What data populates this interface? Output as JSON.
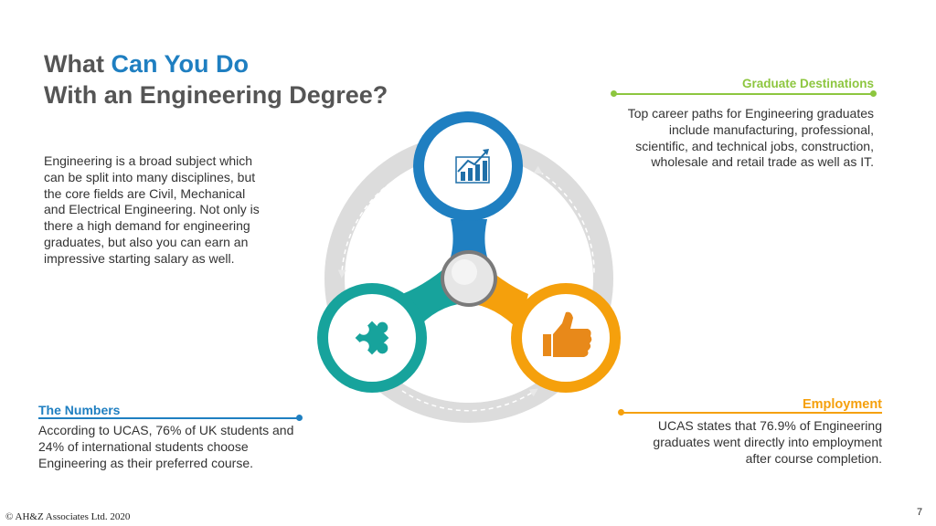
{
  "title": {
    "line1_prefix": "What ",
    "line1_accent": "Can You Do",
    "line2": "With an Engineering Degree?"
  },
  "intro": "Engineering is a broad subject which can be split into many disciplines, but the core fields are Civil, Mechanical and Electrical Engineering. Not only is there a high demand for engineering graduates, but also you can earn an impressive starting salary as well.",
  "graduate_destinations": {
    "heading": "Graduate Destinations",
    "body": "Top career paths for Engineering graduates include manufacturing, professional, scientific, and technical jobs, construction, wholesale and retail trade as well as IT."
  },
  "the_numbers": {
    "heading": "The Numbers",
    "body": "According to UCAS, 76% of UK students and 24% of international students choose Engineering as their preferred course."
  },
  "employment": {
    "heading": "Employment",
    "body": "UCAS states that 76.9% of Engineering graduates went directly into employment after course completion."
  },
  "diagram_icons": {
    "top": "bar-chart-icon",
    "left": "puzzle-icon",
    "right": "thumbs-up-icon"
  },
  "colors": {
    "blue": "#1f7fc1",
    "teal": "#17a39c",
    "orange": "#f5a00c",
    "green": "#8dc63f",
    "ring": "#dcdcdc"
  },
  "footer": {
    "copyright": "© AH&Z Associates Ltd. 2020",
    "page_number": "7"
  }
}
